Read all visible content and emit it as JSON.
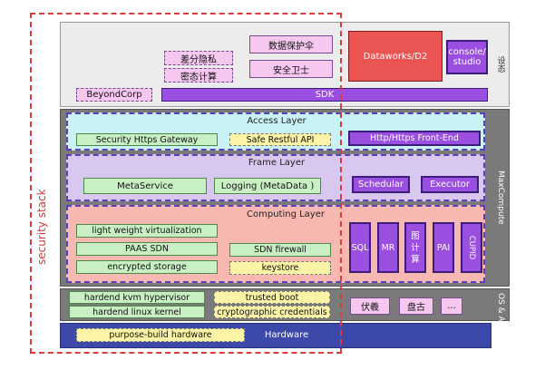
{
  "side_labels": {
    "top": "设态",
    "maxcompute": "MaxCompute",
    "os": "OS & Apsara"
  },
  "security_stack_label": "security stack",
  "top": {
    "diff_privacy": "差分隐私",
    "secure_compute": "密态计算",
    "data_protect": "数据保护伞",
    "security_guard": "安全卫士",
    "dataworks": "Dataworks/D2",
    "console": "console/\nstudio",
    "beyondcorp": "BeyondCorp",
    "sdk": "SDK"
  },
  "access": {
    "title": "Access Layer",
    "gateway": "Security Https Gateway",
    "restful": "Safe Restful API",
    "frontend": "Http/Https Front-End"
  },
  "frame": {
    "title": "Frame Layer",
    "metaservice": "MetaService",
    "logging": "Logging (MetaData )",
    "scheduler": "Schedular",
    "executor": "Executor"
  },
  "computing": {
    "title": "Computing Layer",
    "virtualization": "light weight virtualization",
    "paas_sdn": "PAAS  SDN",
    "sdn_firewall": "SDN firewall",
    "encrypted_storage": "encrypted storage",
    "keystore": "keystore",
    "engines": [
      "SQL",
      "MR",
      "图\n计\n算",
      "PAI",
      "CUPID"
    ]
  },
  "os": {
    "kvm": "hardend kvm hypervisor",
    "trusted_boot": "trusted boot",
    "linux": "hardend linux kernel",
    "crypto": "cryptographic credentials",
    "fuxi": "伏羲",
    "pangu": "盘古",
    "more": "..."
  },
  "hardware": {
    "purpose": "purpose-build hardware",
    "label": "Hardware"
  }
}
